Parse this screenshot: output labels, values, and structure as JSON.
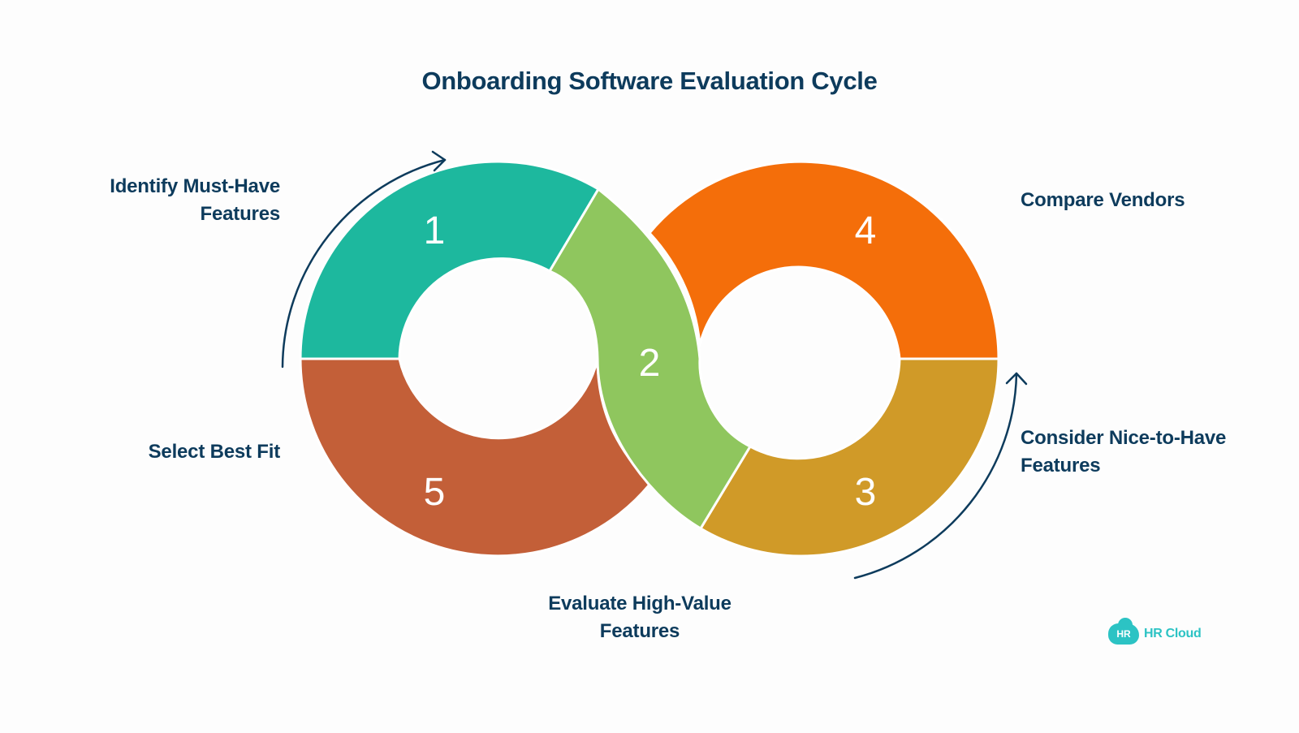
{
  "title": "Onboarding Software Evaluation Cycle",
  "steps": [
    {
      "number": "1",
      "label_lines": [
        "Identify Must-Have",
        "Features"
      ],
      "color": "#1db89e"
    },
    {
      "number": "2",
      "label_lines": [
        "Evaluate High-Value",
        "Features"
      ],
      "color": "#8fc65e"
    },
    {
      "number": "3",
      "label_lines": [
        "Consider Nice-to-Have",
        "Features"
      ],
      "color": "#d09a28"
    },
    {
      "number": "4",
      "label_lines": [
        "Compare Vendors"
      ],
      "color": "#f46e0a"
    },
    {
      "number": "5",
      "label_lines": [
        "Select Best Fit"
      ],
      "color": "#c35f38"
    }
  ],
  "arrow_color": "#0d3b5c",
  "logo": {
    "mark": "HR",
    "text": "HR Cloud",
    "color": "#2cc3c4"
  }
}
